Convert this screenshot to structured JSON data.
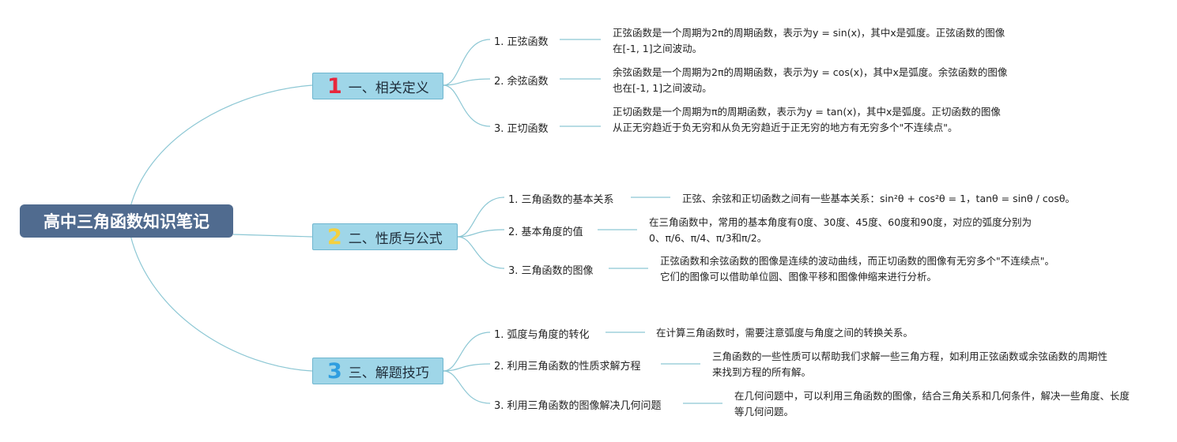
{
  "root": {
    "title": "高中三角函数知识笔记"
  },
  "colors": {
    "root_bg": "#506b8f",
    "branch_bg": "#9fd6e8",
    "branch_border": "#6fb6cf",
    "connector": "#8cc7d4",
    "num1": "#e8273c",
    "num2": "#f4d03f",
    "num3": "#2f9ee0"
  },
  "branches": [
    {
      "num": "1",
      "label": "一、相关定义",
      "topics": [
        {
          "label": "1. 正弦函数",
          "desc": "正弦函数是一个周期为2π的周期函数，表示为y = sin(x)，其中x是弧度。正弦函数的图像在[-1, 1]之间波动。"
        },
        {
          "label": "2. 余弦函数",
          "desc": "余弦函数是一个周期为2π的周期函数，表示为y = cos(x)，其中x是弧度。余弦函数的图像也在[-1, 1]之间波动。"
        },
        {
          "label": "3. 正切函数",
          "desc": "正切函数是一个周期为π的周期函数，表示为y = tan(x)，其中x是弧度。正切函数的图像从正无穷趋近于负无穷和从负无穷趋近于正无穷的地方有无穷多个\"不连续点\"。"
        }
      ]
    },
    {
      "num": "2",
      "label": "二、性质与公式",
      "topics": [
        {
          "label": "1. 三角函数的基本关系",
          "desc": "正弦、余弦和正切函数之间有一些基本关系：sin²θ + cos²θ = 1，tanθ = sinθ / cosθ。"
        },
        {
          "label": "2. 基本角度的值",
          "desc": "在三角函数中，常用的基本角度有0度、30度、45度、60度和90度，对应的弧度分别为0、π/6、π/4、π/3和π/2。"
        },
        {
          "label": "3. 三角函数的图像",
          "desc": "正弦函数和余弦函数的图像是连续的波动曲线，而正切函数的图像有无穷多个\"不连续点\"。它们的图像可以借助单位圆、图像平移和图像伸缩来进行分析。"
        }
      ]
    },
    {
      "num": "3",
      "label": "三、解题技巧",
      "topics": [
        {
          "label": "1. 弧度与角度的转化",
          "desc": "在计算三角函数时，需要注意弧度与角度之间的转换关系。"
        },
        {
          "label": "2. 利用三角函数的性质求解方程",
          "desc": "三角函数的一些性质可以帮助我们求解一些三角方程，如利用正弦函数或余弦函数的周期性来找到方程的所有解。"
        },
        {
          "label": "3. 利用三角函数的图像解决几何问题",
          "desc": "在几何问题中，可以利用三角函数的图像，结合三角关系和几何条件，解决一些角度、长度等几何问题。"
        }
      ]
    }
  ]
}
